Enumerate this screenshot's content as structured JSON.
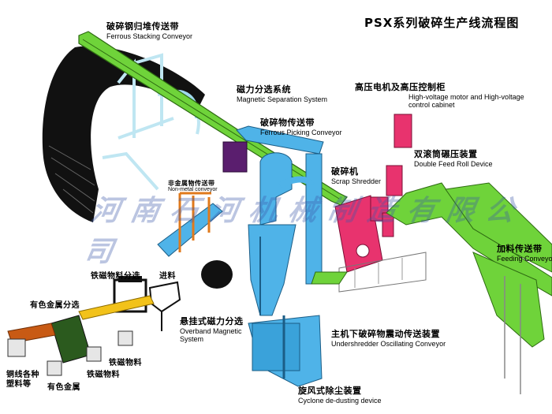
{
  "title": "PSX系列破碎生产线流程图",
  "watermark": "河南石河机械制造有限公司",
  "labels": {
    "ferrous_stacking": {
      "zh": "破碎钢归堆传送带",
      "en": "Ferrous Stacking Conveyor"
    },
    "magnetic_sep": {
      "zh": "磁力分选系统",
      "en": "Magnetic Separation System"
    },
    "ferrous_picking": {
      "zh": "破碎物传送带",
      "en": "Ferrous Picking Conveyor"
    },
    "hv_motor": {
      "zh": "高压电机及高压控制柜",
      "en1": "High-voltage motor and High-voltage",
      "en2": "control cabinet"
    },
    "double_feed": {
      "zh": "双滚筒碾压装置",
      "en": "Double Feed Roll Device"
    },
    "scrap_shredder": {
      "zh": "破碎机",
      "en": "Scrap Shredder"
    },
    "non_metal": {
      "zh": "非金属物传送带",
      "en": "Non-metal conveyor"
    },
    "feeding": {
      "zh": "加料传送带",
      "en": "Feeding Conveyor"
    },
    "ferro_sort": "铁磁物料分选",
    "feed_in": "进料",
    "nonferrous_sort": "有色金属分选",
    "overband": {
      "zh": "悬挂式磁力分选",
      "en1": "Overband Magnetic",
      "en2": "System"
    },
    "undershredder": {
      "zh": "主机下破碎物震动传送装置",
      "en": "Undershredder Oscillating Conveyor"
    },
    "ferro_mat_1": "铁磁物料",
    "ferro_mat_2": "铁磁物料",
    "copper_plastic_1": "铜线各种",
    "copper_plastic_2": "塑料等",
    "nonferrous_metal": "有色金属",
    "cyclone": {
      "zh": "旋风式除尘装置",
      "en": "Cyclone de-dusting device"
    }
  },
  "colors": {
    "conveyor_green": "#6fd33a",
    "conveyor_dark": "#2e6b12",
    "duct_blue": "#4fb3e8",
    "magenta": "#e8336e",
    "purple": "#5a1e6e",
    "black": "#111111",
    "frame_light": "#bfe6f2",
    "orange": "#e07a1c",
    "yellow": "#f2c21a"
  }
}
